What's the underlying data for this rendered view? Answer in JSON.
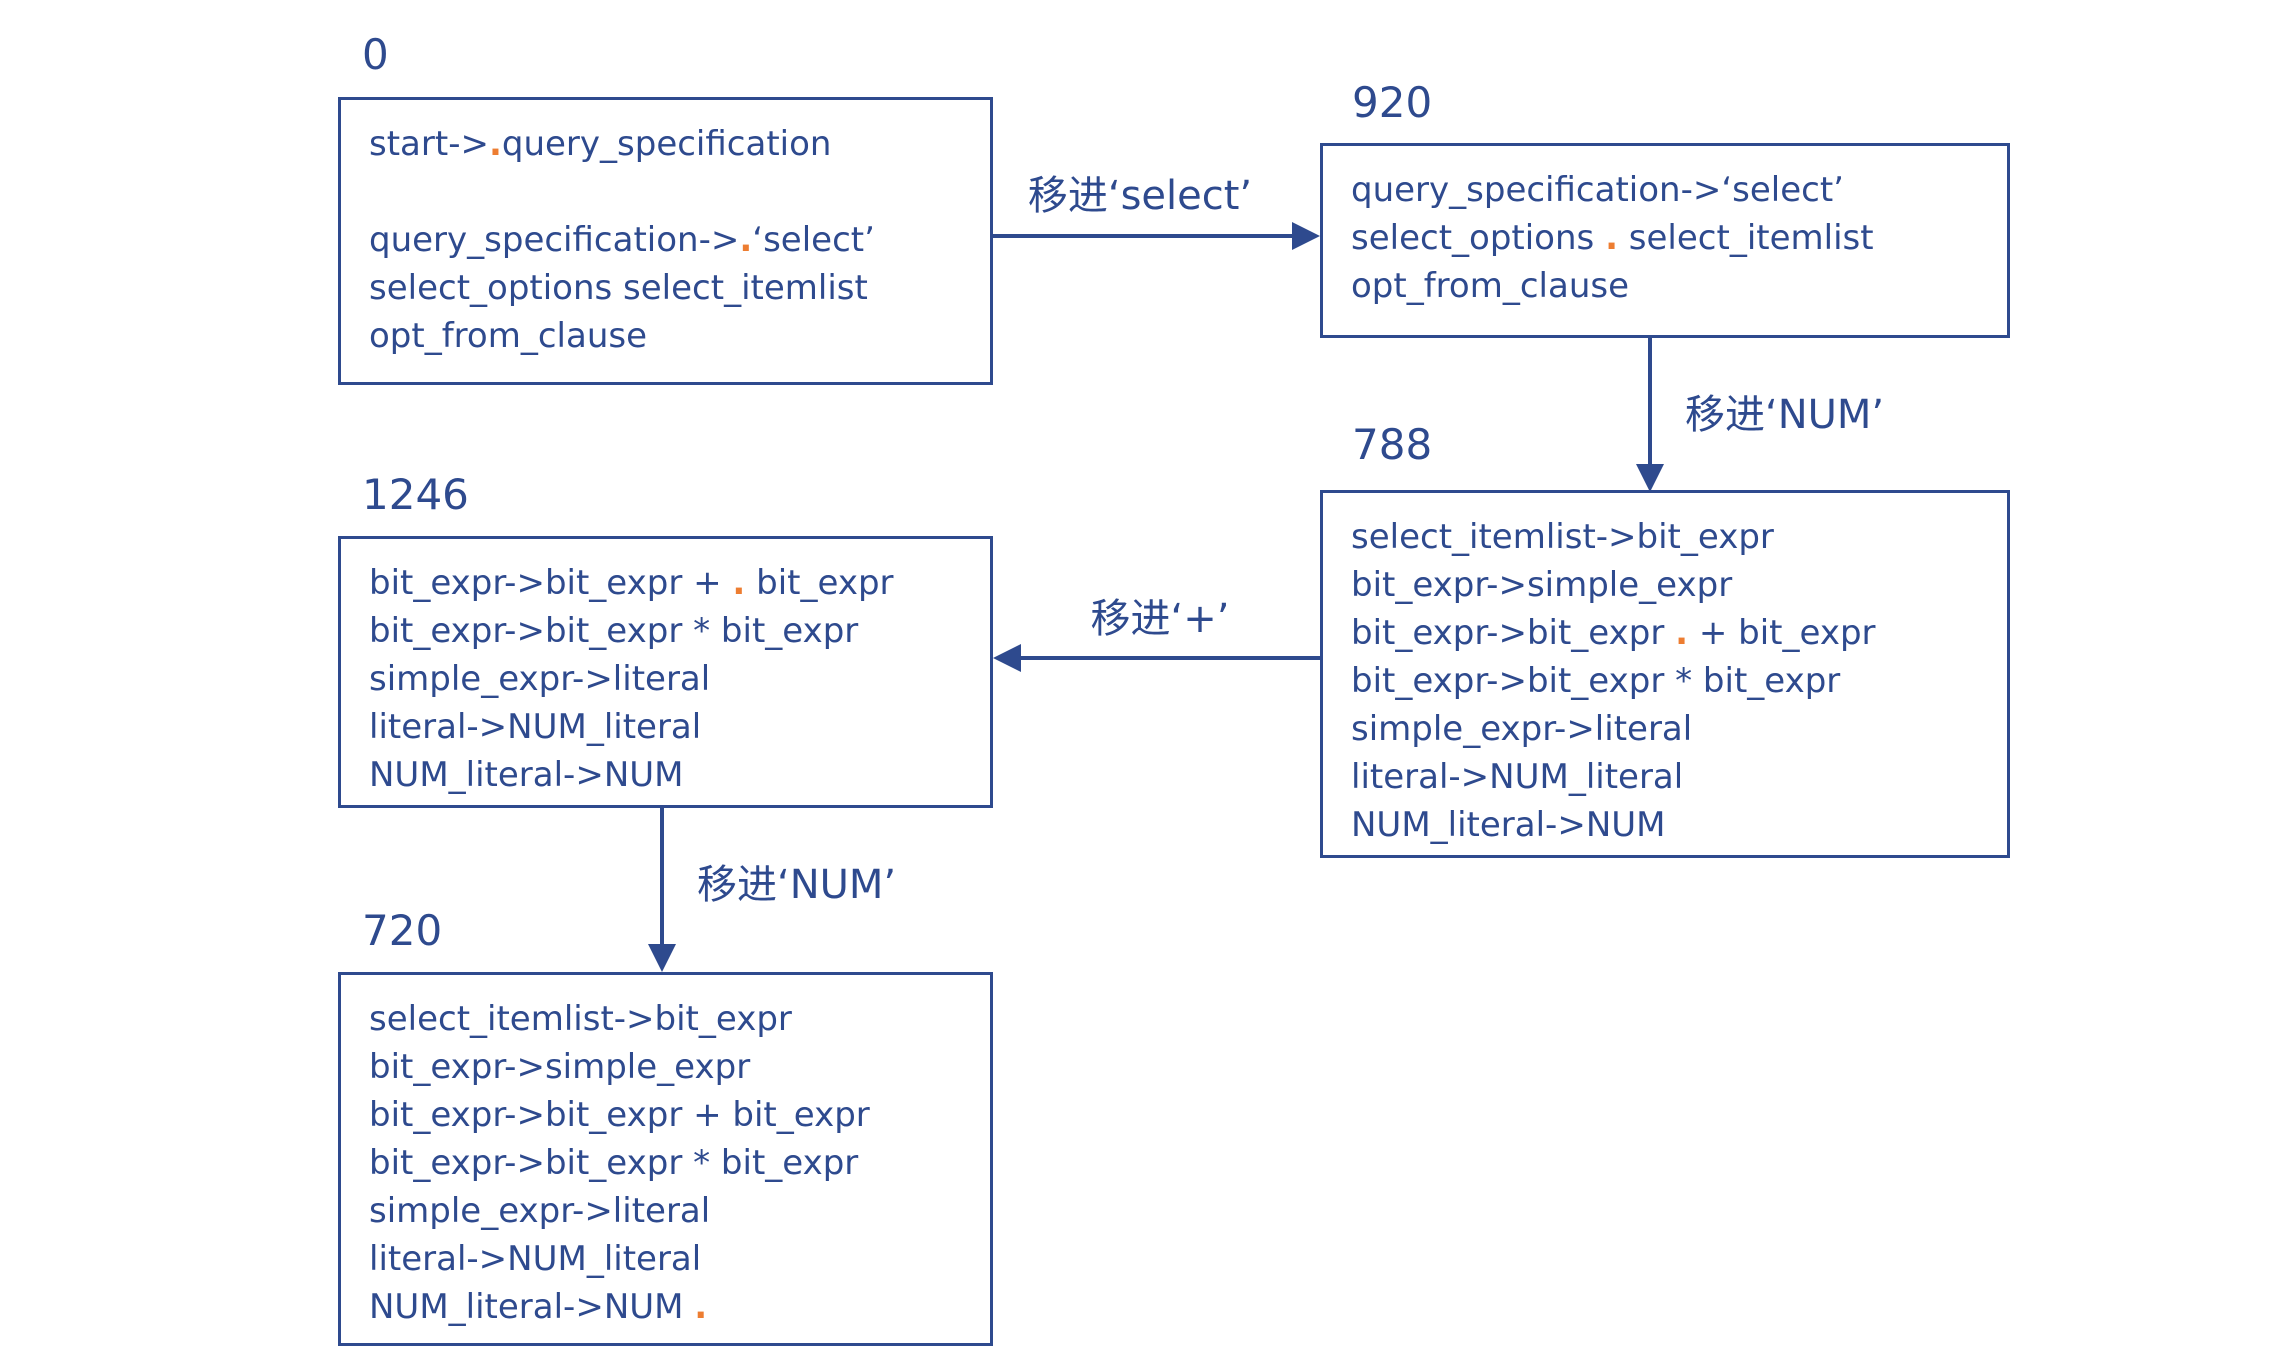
{
  "colors": {
    "ink": "#2e4a8e",
    "accent": "#ed7d31",
    "bg": "#ffffff"
  },
  "states": [
    {
      "number": "0",
      "lines": [
        [
          {
            "t": "start->"
          },
          {
            "d": "."
          },
          {
            "t": "query_specification"
          }
        ],
        [],
        [
          {
            "t": "query_specification->"
          },
          {
            "d": "."
          },
          {
            "t": "‘select’"
          }
        ],
        [
          {
            "t": "select_options select_itemlist"
          }
        ],
        [
          {
            "t": "opt_from_clause"
          }
        ]
      ]
    },
    {
      "number": "920",
      "lines": [
        [
          {
            "t": "query_specification->‘select’"
          }
        ],
        [
          {
            "t": "select_options "
          },
          {
            "d": "."
          },
          {
            "t": " select_itemlist"
          }
        ],
        [
          {
            "t": "opt_from_clause"
          }
        ]
      ]
    },
    {
      "number": "788",
      "lines": [
        [
          {
            "t": "select_itemlist->bit_expr"
          }
        ],
        [
          {
            "t": "bit_expr->simple_expr"
          }
        ],
        [
          {
            "t": "bit_expr->bit_expr "
          },
          {
            "d": "."
          },
          {
            "t": " + bit_expr"
          }
        ],
        [
          {
            "t": "bit_expr->bit_expr * bit_expr"
          }
        ],
        [
          {
            "t": "simple_expr->literal"
          }
        ],
        [
          {
            "t": "literal->NUM_literal"
          }
        ],
        [
          {
            "t": "NUM_literal->NUM"
          }
        ]
      ]
    },
    {
      "number": "1246",
      "lines": [
        [
          {
            "t": "bit_expr->bit_expr + "
          },
          {
            "d": "."
          },
          {
            "t": " bit_expr"
          }
        ],
        [
          {
            "t": "bit_expr->bit_expr * bit_expr"
          }
        ],
        [
          {
            "t": "simple_expr->literal"
          }
        ],
        [
          {
            "t": "literal->NUM_literal"
          }
        ],
        [
          {
            "t": "NUM_literal->NUM"
          }
        ]
      ]
    },
    {
      "number": "720",
      "lines": [
        [
          {
            "t": "select_itemlist->bit_expr"
          }
        ],
        [
          {
            "t": "bit_expr->simple_expr"
          }
        ],
        [
          {
            "t": "bit_expr->bit_expr + bit_expr"
          }
        ],
        [
          {
            "t": "bit_expr->bit_expr * bit_expr"
          }
        ],
        [
          {
            "t": "simple_expr->literal"
          }
        ],
        [
          {
            "t": "literal->NUM_literal"
          }
        ],
        [
          {
            "t": "NUM_literal->NUM "
          },
          {
            "d": "."
          }
        ]
      ]
    }
  ],
  "edges": [
    {
      "label": "移进‘select’"
    },
    {
      "label": "移进‘NUM’"
    },
    {
      "label": "移进‘+’"
    },
    {
      "label": "移进‘NUM’"
    }
  ]
}
